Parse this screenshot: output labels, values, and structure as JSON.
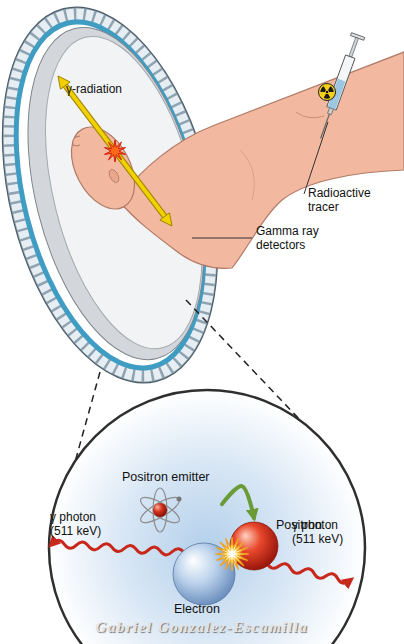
{
  "diagram": {
    "nodes": [
      {
        "text": [
          "Positron emitter"
        ]
      },
      {
        "text": [
          "Positron"
        ]
      },
      {
        "text": [
          "Electron"
        ]
      }
    ],
    "edges": [
      {
        "from": 0,
        "to": 1,
        "arrow": "to"
      }
    ],
    "labels": [
      "γ-radiation",
      "Radioactive tracer",
      "Gamma ray detectors",
      "γ photon (511 keV)",
      "γ photon (511 keV)",
      "Gabriel Gonzalez-Escamilla"
    ]
  }
}
